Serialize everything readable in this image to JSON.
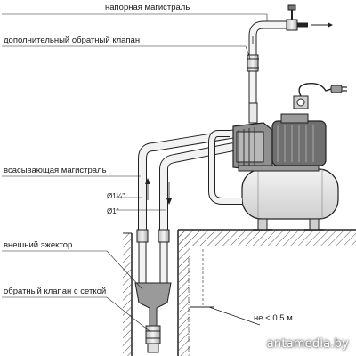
{
  "labels": {
    "pressure_line": "напорная магистраль",
    "extra_check_valve": "дополнительный обратный клапан",
    "suction_line": "всасывающая магистраль",
    "external_ejector": "внешний эжектор",
    "check_valve_strainer": "обратный клапан с сеткой",
    "max_depth": "не < 0.5 м"
  },
  "dimensions": {
    "pipe_a": "Ø1¼\"",
    "pipe_b": "Ø1\""
  },
  "watermark": "antamedia.by",
  "colors": {
    "ink": "#1a1a1a",
    "fill": "#d9d9d9",
    "dark": "#555555"
  }
}
